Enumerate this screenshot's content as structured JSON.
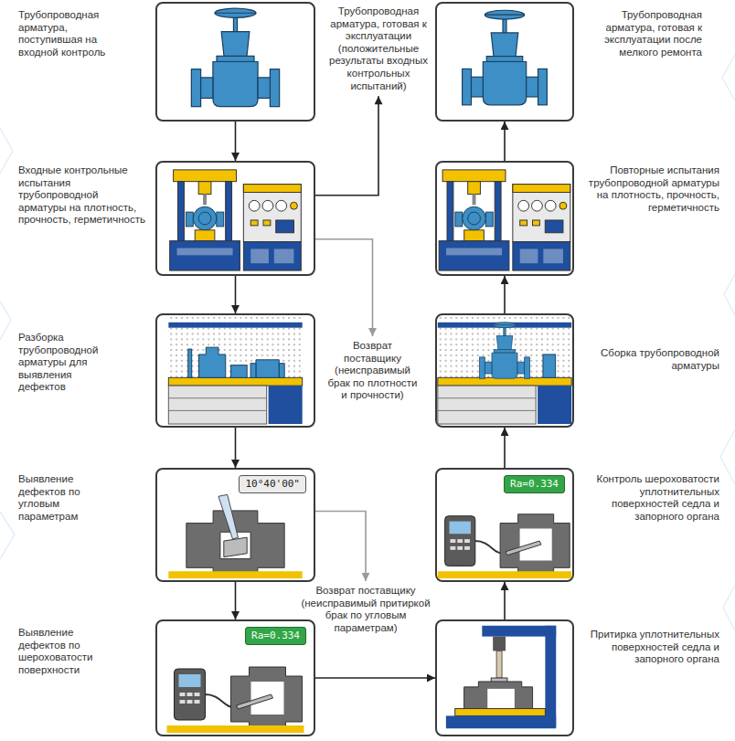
{
  "diagram": {
    "nodes": [
      {
        "text": [
          "Трубопроводная арматура, поступившая на входной контроль"
        ]
      },
      {
        "text": [
          "Входные контрольные испытания трубопроводной арматуры на плотность, прочность, герметичность"
        ]
      },
      {
        "text": [
          "Трубопроводная арматура, готовая к эксплуатации (положительные результаты входных контрольных испытаний)"
        ]
      },
      {
        "text": [
          "Возврат поставщику (неисправимый брак по плотности и прочности)"
        ]
      },
      {
        "text": [
          "Разборка трубопроводной арматуры для выявления дефектов"
        ]
      },
      {
        "text": [
          "Выявление дефектов по угловым параметрам",
          "10°40'00\""
        ]
      },
      {
        "text": [
          "Возврат поставщику (неисправимый притиркой брак по угловым параметрам)"
        ]
      },
      {
        "text": [
          "Выявление дефектов по шероховатости поверхности",
          "Ra=0.334"
        ]
      },
      {
        "text": [
          "Притирка уплотнительных поверхностей седла и запорного органа"
        ]
      },
      {
        "text": [
          "Контроль шероховатости уплотнительных поверхностей седла и запорного органа",
          "Ra=0.334"
        ]
      },
      {
        "text": [
          "Сборка трубопроводной арматуры"
        ]
      },
      {
        "text": [
          "Повторные испытания трубопроводной арматуры на плотность, прочность, герметичность"
        ]
      },
      {
        "text": [
          "Трубопроводная арматура, готовая к эксплуатации после мелкого ремонта"
        ]
      }
    ],
    "edges": [
      {
        "from": 0,
        "to": 1,
        "arrow": "to"
      },
      {
        "from": 1,
        "to": 2,
        "arrow": "to"
      },
      {
        "from": 1,
        "to": 3,
        "arrow": "to"
      },
      {
        "from": 1,
        "to": 4,
        "arrow": "to"
      },
      {
        "from": 4,
        "to": 5,
        "arrow": "to"
      },
      {
        "from": 5,
        "to": 6,
        "arrow": "to"
      },
      {
        "from": 5,
        "to": 7,
        "arrow": "to"
      },
      {
        "from": 7,
        "to": 8,
        "arrow": "to"
      },
      {
        "from": 8,
        "to": 9,
        "arrow": "to"
      },
      {
        "from": 9,
        "to": 10,
        "arrow": "to"
      },
      {
        "from": 10,
        "to": 11,
        "arrow": "to"
      },
      {
        "from": 11,
        "to": 12,
        "arrow": "to"
      }
    ]
  }
}
